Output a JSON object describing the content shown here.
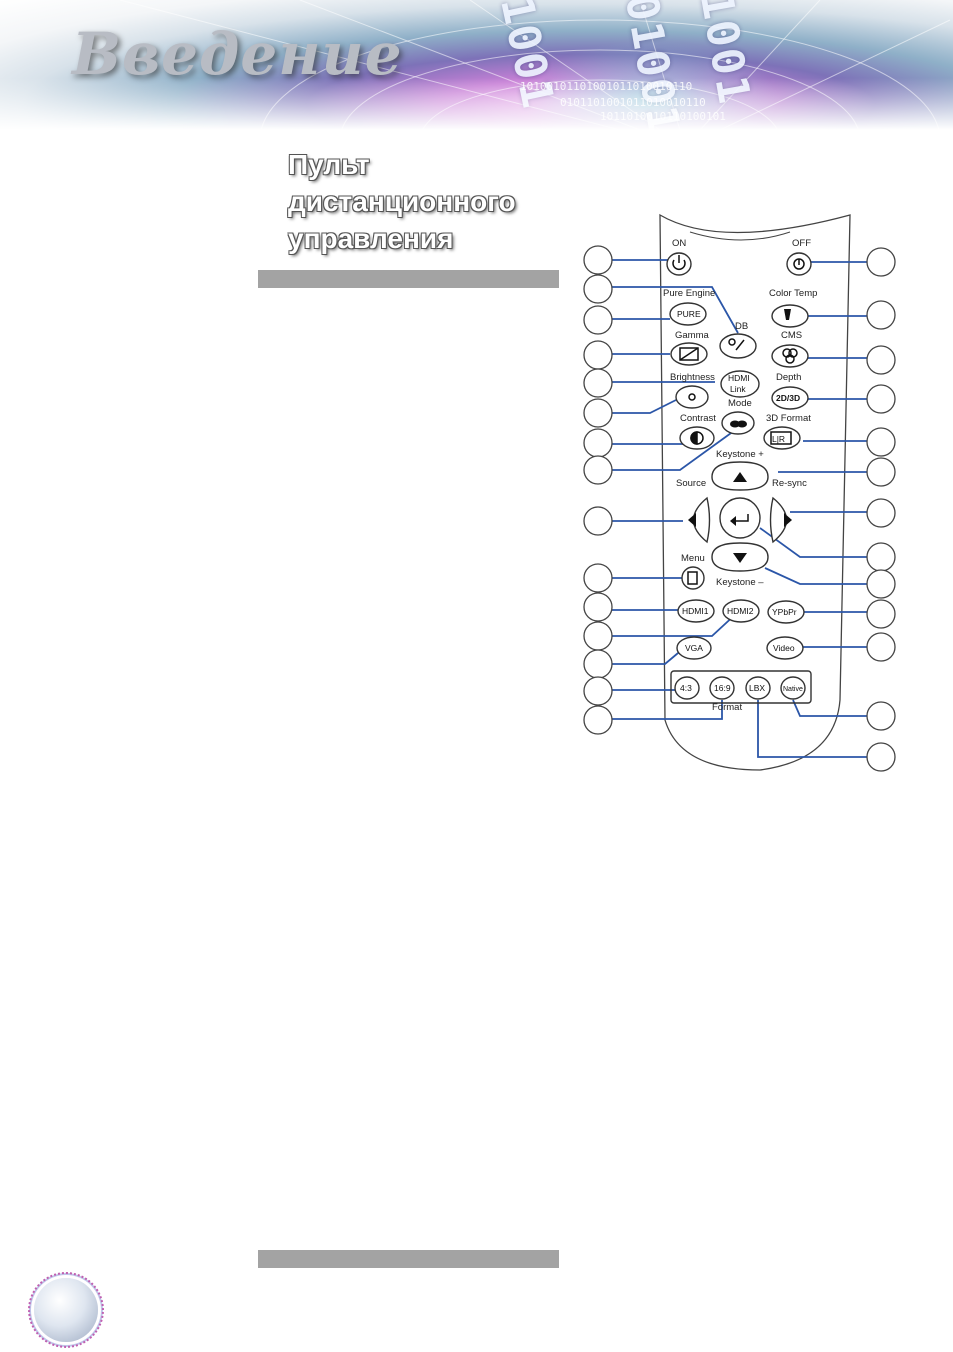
{
  "header": {
    "section_title": "Введение"
  },
  "main": {
    "heading": "Пульт дистанционного управления"
  },
  "remote": {
    "labels": {
      "on": "ON",
      "off": "OFF",
      "pure_engine": "Pure Engine",
      "color_temp": "Color Temp",
      "db": "DB",
      "cms": "CMS",
      "gamma": "Gamma",
      "brightness": "Brightness",
      "depth": "Depth",
      "mode": "Mode",
      "contrast": "Contrast",
      "format_3d": "3D Format",
      "keystone_plus": "Keystone +",
      "source": "Source",
      "resync": "Re-sync",
      "menu": "Menu",
      "keystone_minus": "Keystone –",
      "format": "Format"
    },
    "buttons": {
      "pure": "PURE",
      "hdmi_link_1": "HDMI",
      "hdmi_link_2": "Link",
      "depth_2d3d": "2D/3D",
      "lr": "L|R",
      "hdmi1": "HDMI1",
      "hdmi2": "HDMI2",
      "ypbpr": "YPbPr",
      "vga": "VGA",
      "video": "Video",
      "r43": "4:3",
      "r169": "16:9",
      "lbx": "LBX",
      "native": "Native"
    }
  }
}
